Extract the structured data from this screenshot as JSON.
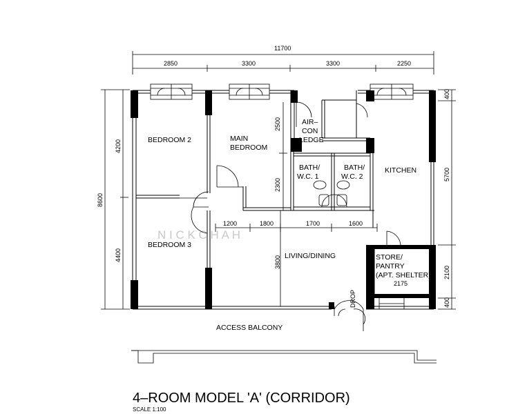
{
  "dimensions": {
    "overall": "11700",
    "top": [
      "2850",
      "3300",
      "3300",
      "2250"
    ],
    "left_overall": "8600",
    "left": [
      "4200",
      "4400"
    ],
    "right": [
      "400",
      "5700",
      "2100",
      "400"
    ],
    "interior_horizontal": [
      "1200",
      "1800",
      "1700",
      "1600"
    ],
    "interior_vertical": [
      "2500",
      "2300",
      "3800"
    ],
    "store_width": "2175"
  },
  "rooms": {
    "bedroom2": "BEDROOM 2",
    "main_bedroom_line1": "MAIN",
    "main_bedroom_line2": "BEDROOM",
    "bedroom3": "BEDROOM 3",
    "aircon_line1": "AIR–",
    "aircon_line2": "CON",
    "aircon_line3": "LEDGE",
    "bath1_line1": "BATH/",
    "bath1_line2": "W.C. 1",
    "bath2_line1": "BATH/",
    "bath2_line2": "W.C. 2",
    "kitchen": "KITCHEN",
    "living": "LIVING/DINING",
    "store_line1": "STORE/",
    "store_line2": "PANTRY",
    "store_line3": "(APT. SHELTER)",
    "access_balcony": "ACCESS BALCONY",
    "refuse_chute": "DROP"
  },
  "watermark": "N I C K   C H A H",
  "title": "4–ROOM MODEL 'A' (CORRIDOR)",
  "scale": "SCALE 1:100"
}
